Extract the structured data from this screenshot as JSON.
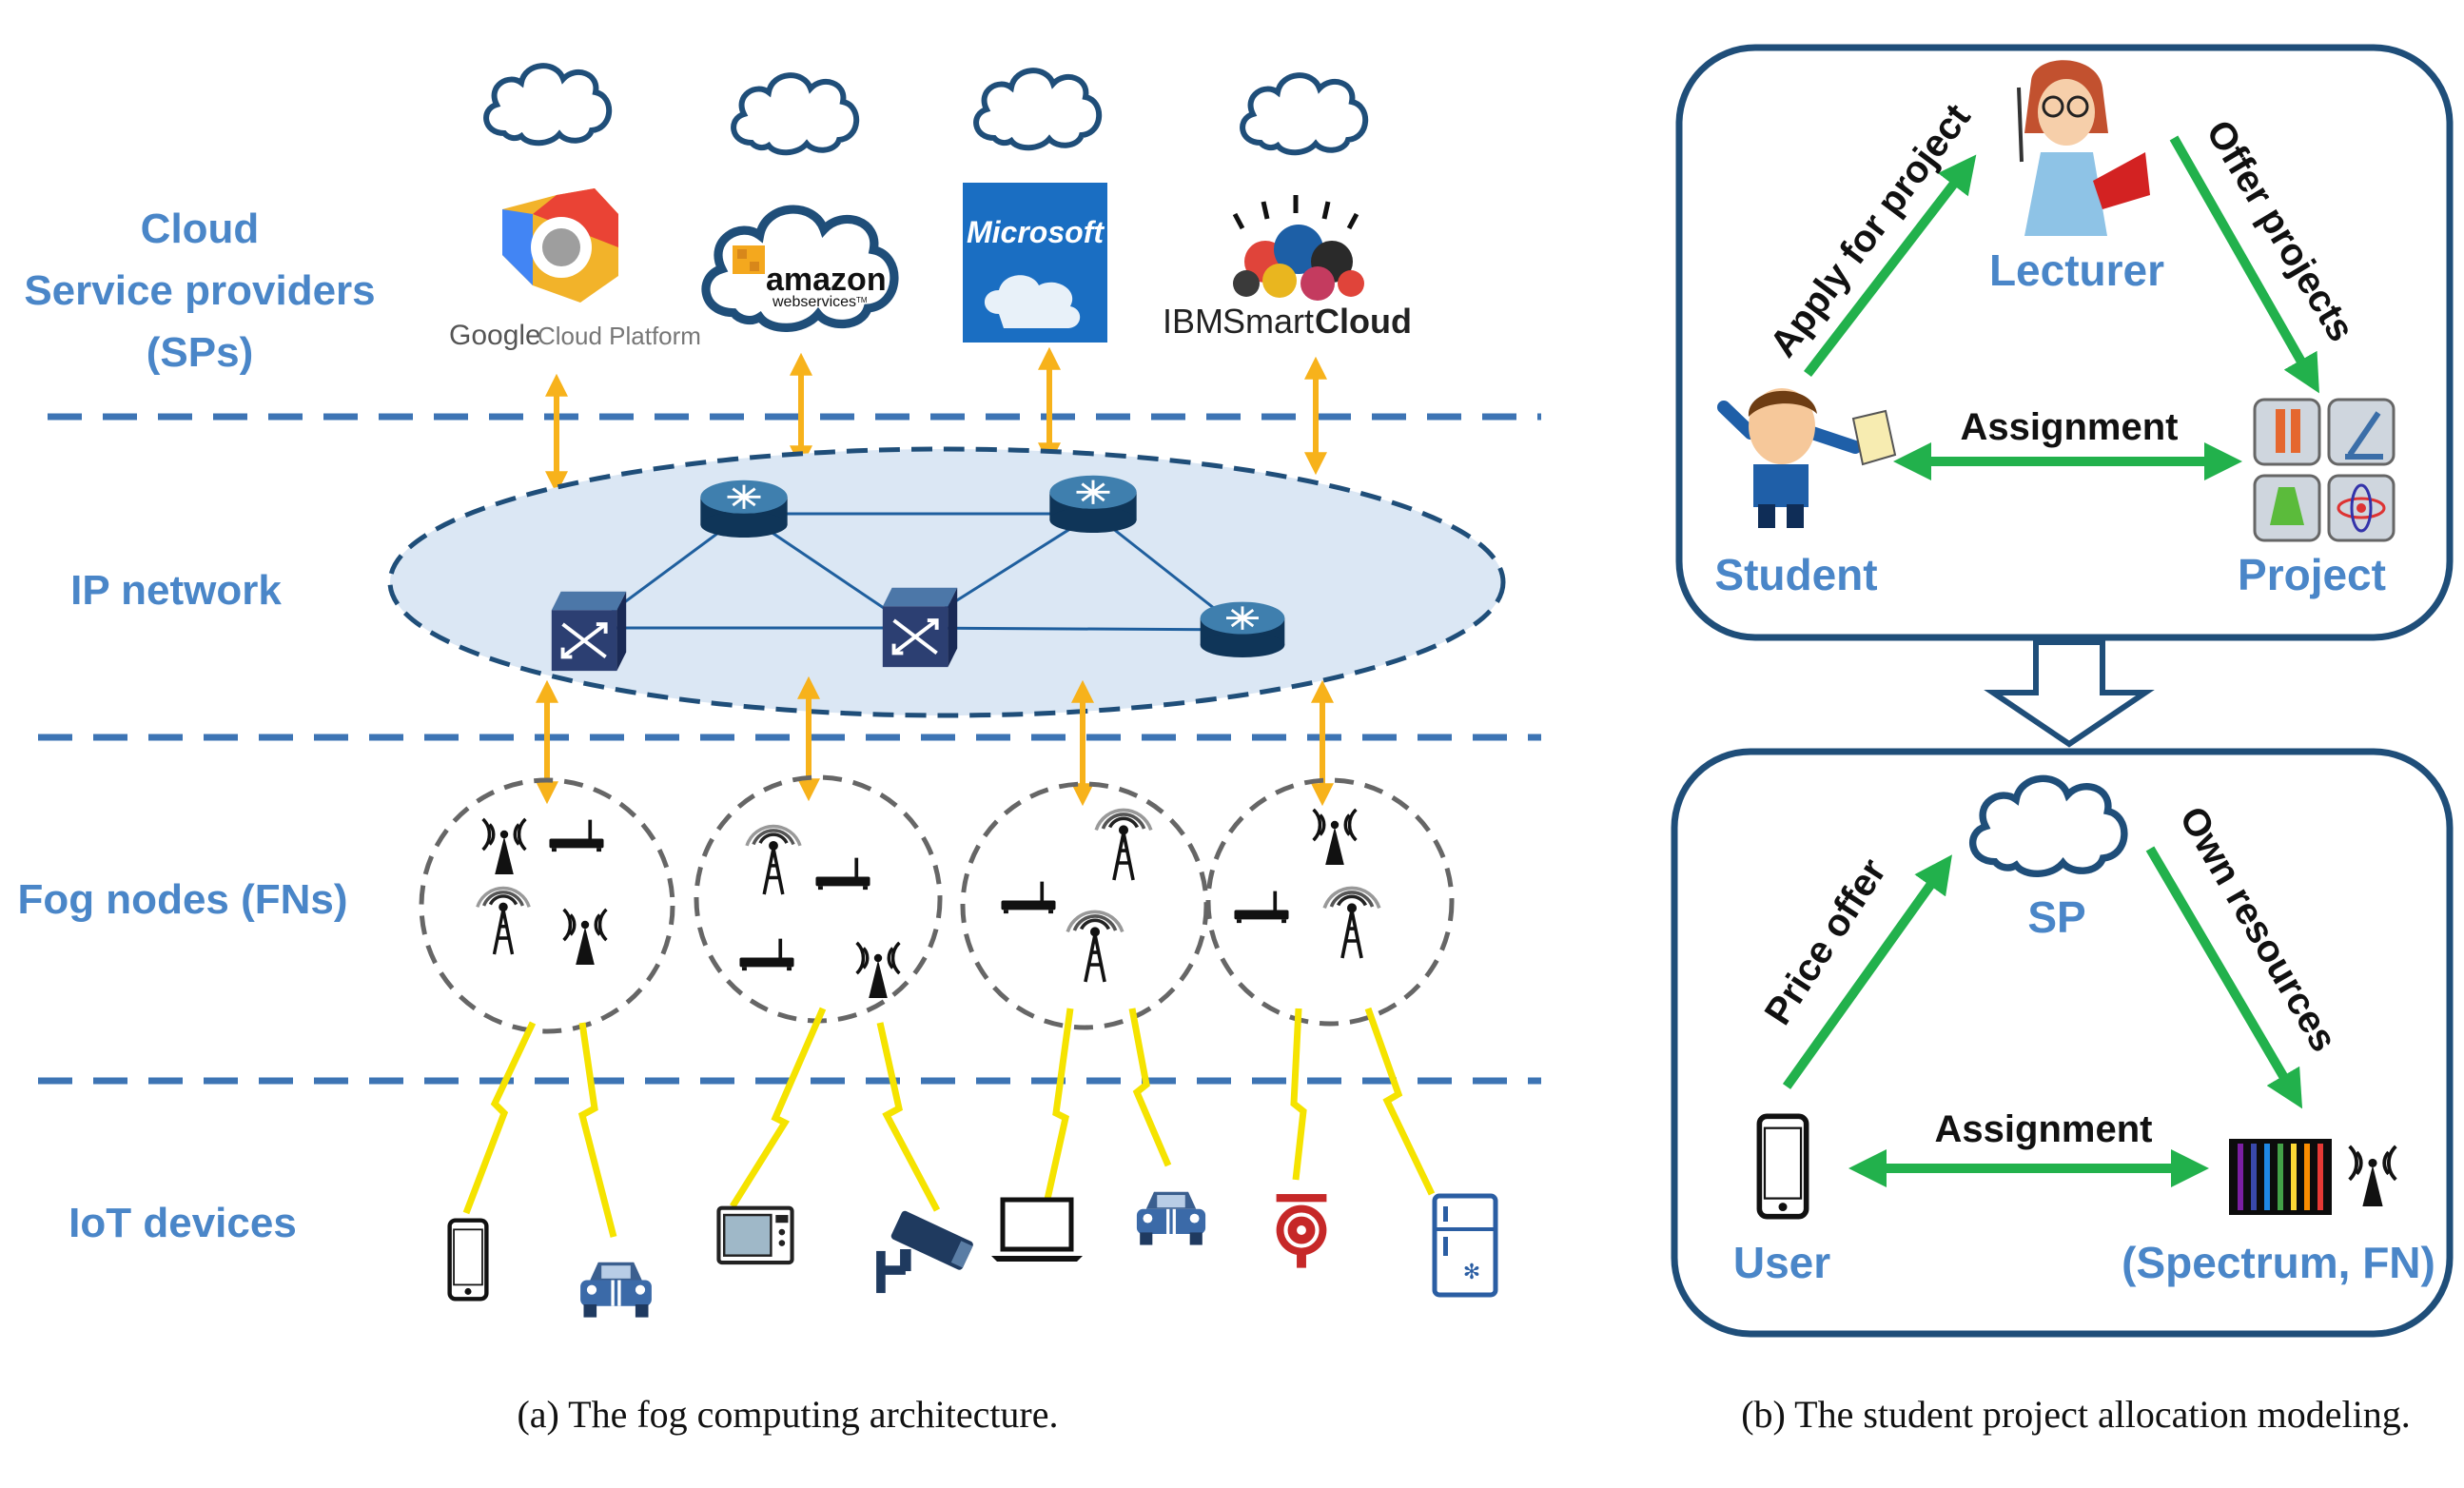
{
  "colors": {
    "accent_blue": "#4a86c8",
    "dark_blue": "#1f4e79",
    "arrow_orange": "#f7b21b",
    "arrow_green": "#22b14c",
    "lightning_yellow": "#f5e300",
    "ellipse_fill": "#dbe7f4"
  },
  "fog": {
    "layers": {
      "cloud_label_1": "Cloud",
      "cloud_label_2": "Service providers",
      "cloud_label_3": "(SPs)",
      "ip_label": "IP network",
      "fog_label": "Fog nodes (FNs)",
      "iot_label": "IoT devices"
    },
    "providers": {
      "google_1": "Google",
      "google_2": "Cloud Platform",
      "amazon_1": "amazon",
      "amazon_2": "webservices",
      "amazon_tm": "TM",
      "microsoft": "Microsoft",
      "ibm_1": "IBM",
      "ibm_2": "Smart",
      "ibm_3": "Cloud"
    },
    "icons": [
      "cloud-icon",
      "router-icon",
      "switch-icon",
      "antenna-icon",
      "access-point-icon",
      "smartphone-icon",
      "car-icon",
      "microwave-icon",
      "security-camera-icon",
      "laptop-icon",
      "alarm-bell-icon",
      "fridge-icon"
    ]
  },
  "spa": {
    "top": {
      "lecturer": "Lecturer",
      "student": "Student",
      "project": "Project",
      "apply": "Apply for project",
      "offer": "Offer projects",
      "assignment": "Assignment"
    },
    "bottom": {
      "sp": "SP",
      "user": "User",
      "resource": "(Spectrum, FN)",
      "price": "Price offer",
      "own": "Own resources",
      "assignment": "Assignment"
    }
  },
  "captions": {
    "a": "(a) The fog computing architecture.",
    "b": "(b) The student project allocation modeling."
  }
}
